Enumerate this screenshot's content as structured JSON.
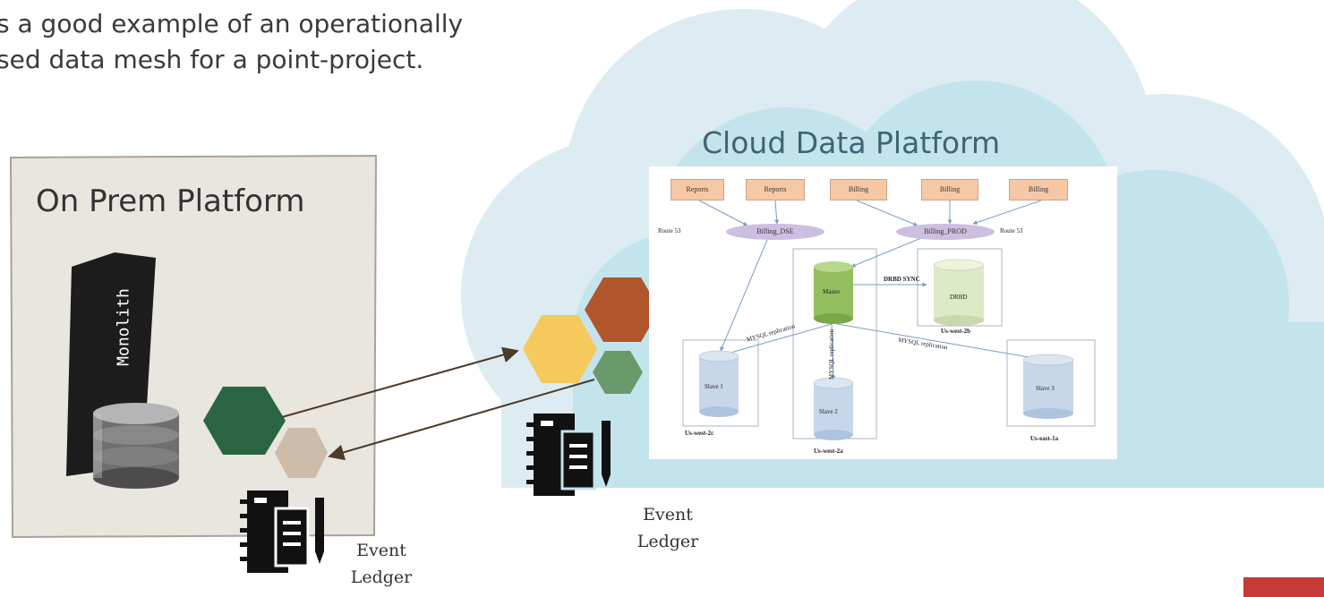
{
  "headline": {
    "line1": "s a good example of an operationally",
    "line2": "sed data mesh for a point-project."
  },
  "on_prem": {
    "title": "On Prem Platform",
    "monolith_label": "Monolith"
  },
  "cloud": {
    "title": "Cloud Data Platform"
  },
  "ledgers": [
    {
      "line1": "Event",
      "line2": "Ledger"
    },
    {
      "line1": "Event",
      "line2": "Ledger"
    }
  ],
  "architecture": {
    "top_boxes": [
      "Reports",
      "Reports",
      "Billing",
      "Billing",
      "Billing"
    ],
    "ellipses": [
      "Billing_DSE",
      "Billing_PROD"
    ],
    "route_labels": [
      "Route 53",
      "Route 53"
    ],
    "master": "Master",
    "drbd": "DRBD",
    "drbd_sync": "DRBD SYNC",
    "replication": [
      "MYSQL replication",
      "MYSQL replication",
      "MYSQL replication"
    ],
    "slaves": [
      "Slave 1",
      "Slave 2",
      "Slave 3"
    ],
    "zones": [
      "Us-west-2c",
      "Us-west-2a",
      "Us-west-2b",
      "Us-east-1a"
    ]
  },
  "colors": {
    "prem_bg": "#e9e5df",
    "cloud_light": "#dcecf2",
    "cloud_dark": "#bfe2ec",
    "hex_green_dark": "#2a6644",
    "hex_tan": "#cdbcaa",
    "hex_yellow": "#f6c95c",
    "hex_rust": "#b1552c",
    "hex_green_light": "#6a9a6a",
    "accent_red": "#c83a36"
  }
}
